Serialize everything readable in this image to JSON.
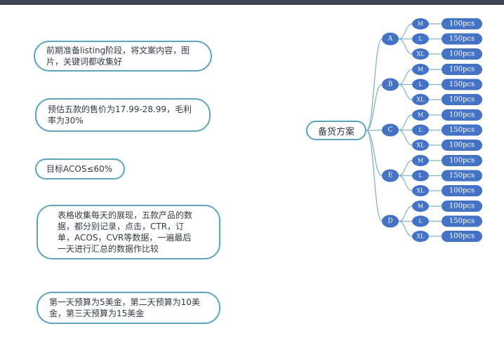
{
  "notes": [
    {
      "text": "前期准备listing阶段，将文案内容，图片，关键词都收集好"
    },
    {
      "text": "预估五款的售价为17.99-28.99，毛利率为30%"
    },
    {
      "text": "目标ACOS≤60%"
    },
    {
      "text": "表格收集每天的展现，五款产品的数据，都分别记录，点击，CTR，订单，ACOS，CVR等数据，一遍最后一天进行汇总的数据作比较"
    },
    {
      "text": "第一天预算为5美金，第二天预算为10美金，第三天预算为15美金"
    }
  ],
  "plan": {
    "root": "备货方案",
    "products": [
      {
        "name": "A",
        "sizes": [
          {
            "size": "M",
            "qty": "100pcs"
          },
          {
            "size": "L",
            "qty": "150pcs"
          },
          {
            "size": "XL",
            "qty": "100pcs"
          }
        ]
      },
      {
        "name": "B",
        "sizes": [
          {
            "size": "M",
            "qty": "100pcs"
          },
          {
            "size": "L",
            "qty": "150pcs"
          },
          {
            "size": "XL",
            "qty": "100pcs"
          }
        ]
      },
      {
        "name": "C",
        "sizes": [
          {
            "size": "M",
            "qty": "100pcs"
          },
          {
            "size": "L",
            "qty": "150pcs"
          },
          {
            "size": "XL",
            "qty": "100pcs"
          }
        ]
      },
      {
        "name": "E",
        "sizes": [
          {
            "size": "M",
            "qty": "100pcs"
          },
          {
            "size": "L",
            "qty": "150pcs"
          },
          {
            "size": "XL",
            "qty": "100pcs"
          }
        ]
      },
      {
        "name": "D",
        "sizes": [
          {
            "size": "M",
            "qty": "100pcs"
          },
          {
            "size": "L",
            "qty": "150pcs"
          },
          {
            "size": "XL",
            "qty": "100pcs"
          }
        ]
      }
    ]
  },
  "colors": {
    "node_fill": "#4472c4",
    "connector": "#7fb3c7",
    "border": "#5aa5b8"
  }
}
